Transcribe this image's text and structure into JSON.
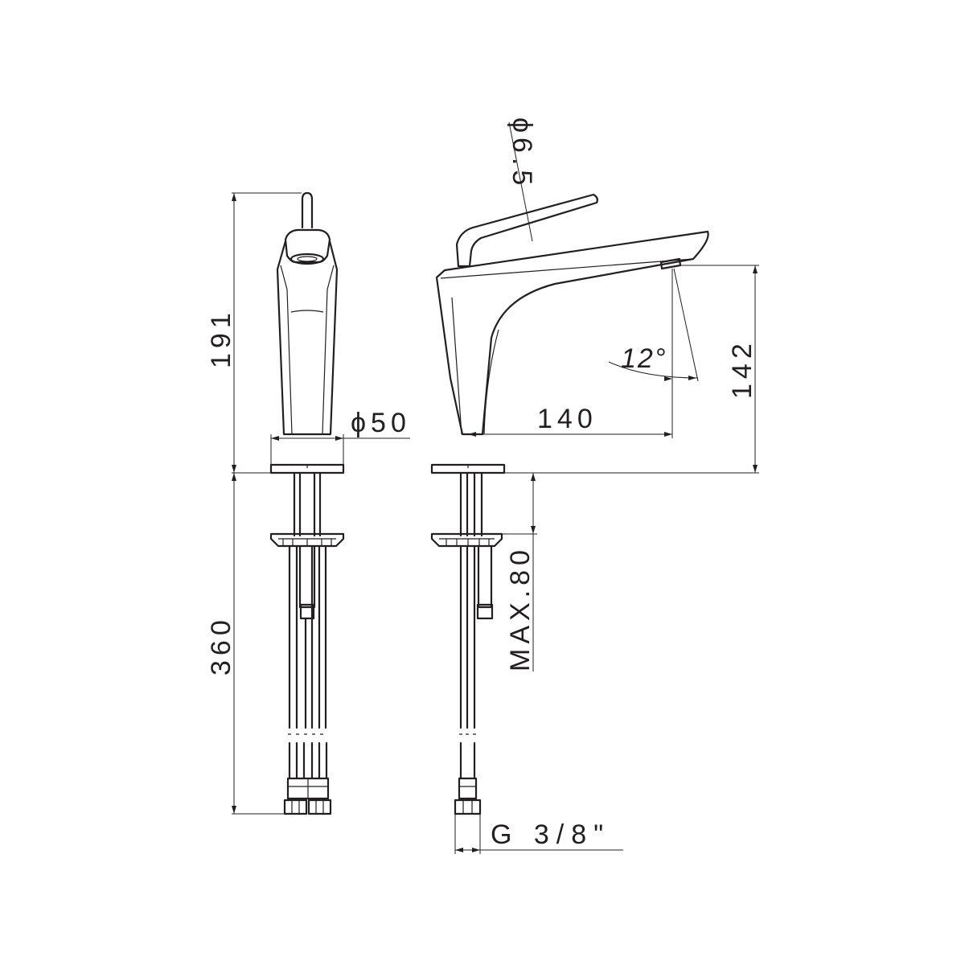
{
  "dimensions": {
    "height_total": "191",
    "base_diameter": "ϕ50",
    "pipe_diameter": "ϕ6.5",
    "spout_height": "142",
    "spout_reach": "140",
    "spout_angle": "12°",
    "max_deck_thickness": "MAX.80",
    "hose_length": "360",
    "connection_thread": "G 3/8\""
  }
}
